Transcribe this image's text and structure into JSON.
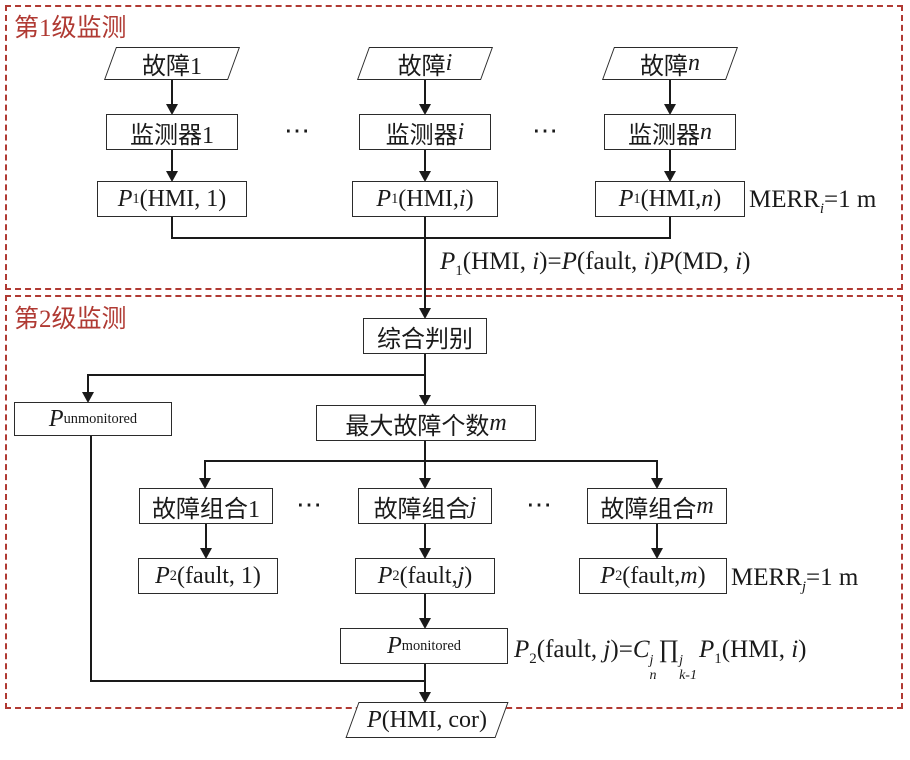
{
  "palette": {
    "frame_red": "#b03a33",
    "ink": "#1a1a1a",
    "background": "#ffffff"
  },
  "level1": {
    "title": "第1级监测",
    "dots": "⋯",
    "fault_inputs": [
      [
        {
          "t": "故障1"
        }
      ],
      [
        {
          "t": "故障"
        },
        {
          "t": "i",
          "v": "i"
        }
      ],
      [
        {
          "t": "故障"
        },
        {
          "t": "n",
          "v": "i"
        }
      ]
    ],
    "monitors": [
      [
        {
          "t": "监测器1"
        }
      ],
      [
        {
          "t": "监测器"
        },
        {
          "t": "i",
          "v": "i"
        }
      ],
      [
        {
          "t": "监测器"
        },
        {
          "t": "n",
          "v": "i"
        }
      ]
    ],
    "p1_outputs": [
      [
        {
          "t": "P",
          "v": "i"
        },
        {
          "t": "1",
          "v": "sub"
        },
        {
          "t": "(HMI, 1)"
        }
      ],
      [
        {
          "t": "P",
          "v": "i"
        },
        {
          "t": "1",
          "v": "sub"
        },
        {
          "t": "(HMI, "
        },
        {
          "t": "i",
          "v": "i"
        },
        {
          "t": ")"
        }
      ],
      [
        {
          "t": "P",
          "v": "i"
        },
        {
          "t": "1",
          "v": "sub"
        },
        {
          "t": "(HMI, "
        },
        {
          "t": "n",
          "v": "i"
        },
        {
          "t": ")"
        }
      ]
    ],
    "merr_note": [
      {
        "t": "MERR"
      },
      {
        "t": "i",
        "v": "subi"
      },
      {
        "t": "=1 m"
      }
    ],
    "formula": [
      {
        "t": "P",
        "v": "i"
      },
      {
        "t": "1",
        "v": "sub"
      },
      {
        "t": "(HMI, "
      },
      {
        "t": "i",
        "v": "i"
      },
      {
        "t": ")="
      },
      {
        "t": "P",
        "v": "i"
      },
      {
        "t": "(fault, "
      },
      {
        "t": "i",
        "v": "i"
      },
      {
        "t": ")"
      },
      {
        "t": "P",
        "v": "i"
      },
      {
        "t": "(MD, "
      },
      {
        "t": "i",
        "v": "i"
      },
      {
        "t": ")"
      }
    ]
  },
  "level2": {
    "title": "第2级监测",
    "dots": "⋯",
    "decision": "综合判别",
    "unmonitored": [
      {
        "t": "P",
        "v": "i"
      },
      {
        "t": "unmonitored",
        "v": "sub"
      }
    ],
    "max_faults": [
      {
        "t": "最大故障个数"
      },
      {
        "t": "m",
        "v": "i"
      }
    ],
    "combos": [
      [
        {
          "t": "故障组合1"
        }
      ],
      [
        {
          "t": "故障组合"
        },
        {
          "t": "j",
          "v": "i"
        }
      ],
      [
        {
          "t": "故障组合"
        },
        {
          "t": "m",
          "v": "i"
        }
      ]
    ],
    "p2_outputs": [
      [
        {
          "t": "P",
          "v": "i"
        },
        {
          "t": "2",
          "v": "sub"
        },
        {
          "t": "(fault, 1)"
        }
      ],
      [
        {
          "t": "P",
          "v": "i"
        },
        {
          "t": "2",
          "v": "sub"
        },
        {
          "t": "(fault, "
        },
        {
          "t": "j",
          "v": "i"
        },
        {
          "t": ")"
        }
      ],
      [
        {
          "t": "P",
          "v": "i"
        },
        {
          "t": "2",
          "v": "sub"
        },
        {
          "t": "(fault, "
        },
        {
          "t": "m",
          "v": "i"
        },
        {
          "t": ")"
        }
      ]
    ],
    "merr_note": [
      {
        "t": "MERR"
      },
      {
        "t": "j",
        "v": "subi"
      },
      {
        "t": "=1 m"
      }
    ],
    "monitored": [
      {
        "t": "P",
        "v": "i"
      },
      {
        "t": "monitored",
        "v": "sub"
      }
    ],
    "formula": [
      {
        "t": "P",
        "v": "i"
      },
      {
        "t": "2",
        "v": "sub"
      },
      {
        "t": "(fault, "
      },
      {
        "t": "j",
        "v": "i"
      },
      {
        "t": ")="
      },
      {
        "t": "C",
        "v": "i"
      },
      {
        "stk": [
          "j",
          "n"
        ]
      },
      {
        "t": "∏"
      },
      {
        "stk": [
          "j",
          "k-1"
        ]
      },
      {
        "t": "P",
        "v": "i"
      },
      {
        "t": "1",
        "v": "sub"
      },
      {
        "t": "(HMI, "
      },
      {
        "t": "i",
        "v": "i"
      },
      {
        "t": ")"
      }
    ]
  },
  "output": {
    "final": [
      {
        "t": "P",
        "v": "i"
      },
      {
        "t": "(HMI, cor)"
      }
    ]
  }
}
